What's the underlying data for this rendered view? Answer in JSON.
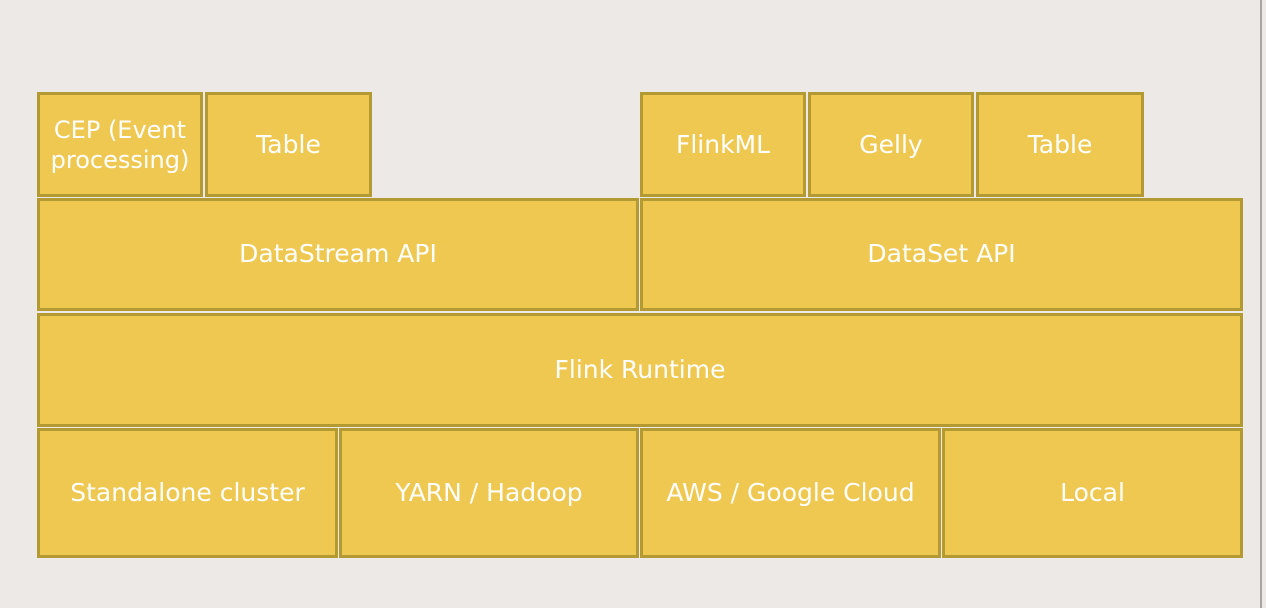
{
  "colors": {
    "background": "#ece9e6",
    "block_fill": "#eec851",
    "block_border": "#b39a33",
    "text": "#ffffff"
  },
  "stream_libraries": {
    "cep_line1": "CEP (Event",
    "cep_line2": "processing)",
    "table": "Table"
  },
  "batch_libraries": {
    "flinkml": "FlinkML",
    "gelly": "Gelly",
    "table": "Table"
  },
  "apis": {
    "datastream": "DataStream API",
    "dataset": "DataSet API"
  },
  "runtime": {
    "label": "Flink Runtime"
  },
  "deployment": {
    "standalone": "Standalone cluster",
    "yarn": "YARN / Hadoop",
    "cloud": "AWS / Google Cloud",
    "local": "Local"
  }
}
